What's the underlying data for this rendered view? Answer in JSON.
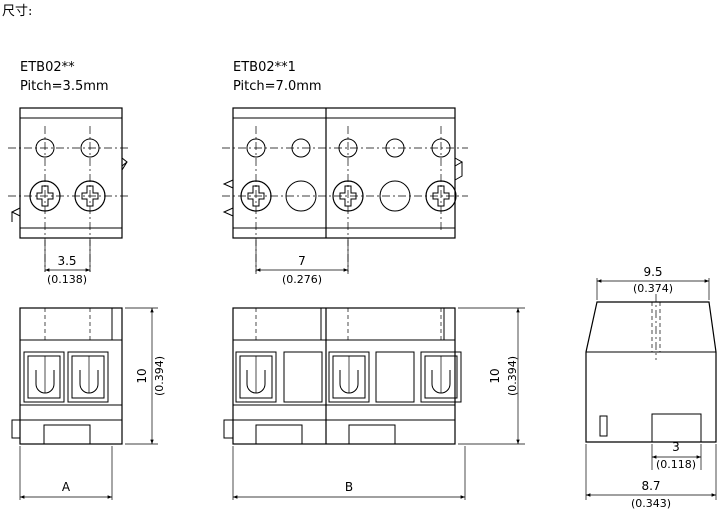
{
  "heading": "尺寸:",
  "etb02": {
    "model": "ETB02**",
    "pitch": "Pitch=3.5mm",
    "pitch_mm": "3.5",
    "pitch_in": "(0.138)",
    "width_label": "A",
    "height_mm": "10",
    "height_in": "(0.394)"
  },
  "etb021": {
    "model": "ETB02**1",
    "pitch": "Pitch=7.0mm",
    "pitch_mm": "7",
    "pitch_in": "(0.276)",
    "width_label": "B",
    "height_mm": "10",
    "height_in": "(0.394)"
  },
  "side": {
    "top_mm": "9.5",
    "top_in": "(0.374)",
    "slot_mm": "3",
    "slot_in": "(0.118)",
    "bottom_mm": "8.7",
    "bottom_in": "(0.343)"
  }
}
